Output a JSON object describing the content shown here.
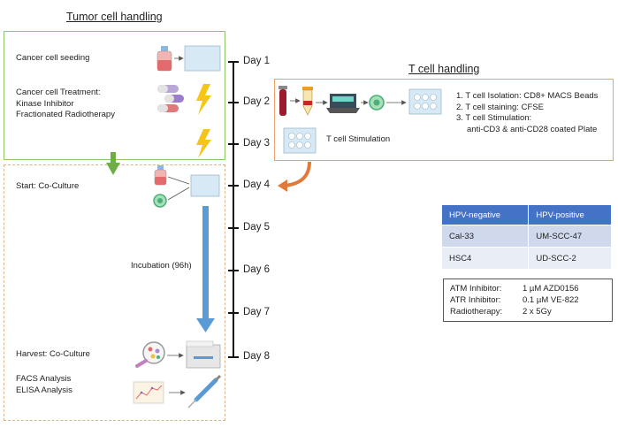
{
  "tumor": {
    "heading": "Tumor cell handling",
    "seeding": "Cancer cell seeding",
    "treatment_lines": [
      "Cancer cell Treatment:",
      "Kinase Inhibitor",
      "Fractionated Radiotherapy"
    ],
    "coculture": "Start: Co-Culture",
    "incubation": "Incubation (96h)",
    "harvest": "Harvest: Co-Culture",
    "analysis_lines": [
      "FACS Analysis",
      "ELISA Analysis"
    ]
  },
  "timeline": {
    "days": [
      "Day 1",
      "Day 2",
      "Day 3",
      "Day 4",
      "Day 5",
      "Day 6",
      "Day 7",
      "Day 8"
    ]
  },
  "tcell": {
    "heading": "T cell handling",
    "steps": [
      "1. T cell Isolation: CD8+ MACS Beads",
      "2. T cell staining: CFSE",
      "3. T cell Stimulation:",
      "anti-CD3 & anti-CD28 coated Plate"
    ],
    "stimulation_label": "T cell Stimulation"
  },
  "hpv_table": {
    "headers": [
      "HPV-negative",
      "HPV-positive"
    ],
    "rows": [
      [
        "Cal-33",
        "UM-SCC-47"
      ],
      [
        "HSC4",
        "UD-SCC-2"
      ]
    ]
  },
  "treatments": {
    "rows": [
      [
        "ATM Inhibitor:",
        "1 µM AZD0156"
      ],
      [
        "ATR Inhibitor:",
        "0.1 µM VE-822"
      ],
      [
        "Radiotherapy:",
        "2 x 5Gy"
      ]
    ]
  },
  "colors": {
    "green_box": "#8cc56a",
    "dashed_box": "#d8b48c",
    "orange_box": "#f0a06a",
    "blue_arrow": "#5b9bd5",
    "orange_arrow": "#e07a3a",
    "table_header": "#4472c4",
    "lightning": "#f5c518"
  }
}
